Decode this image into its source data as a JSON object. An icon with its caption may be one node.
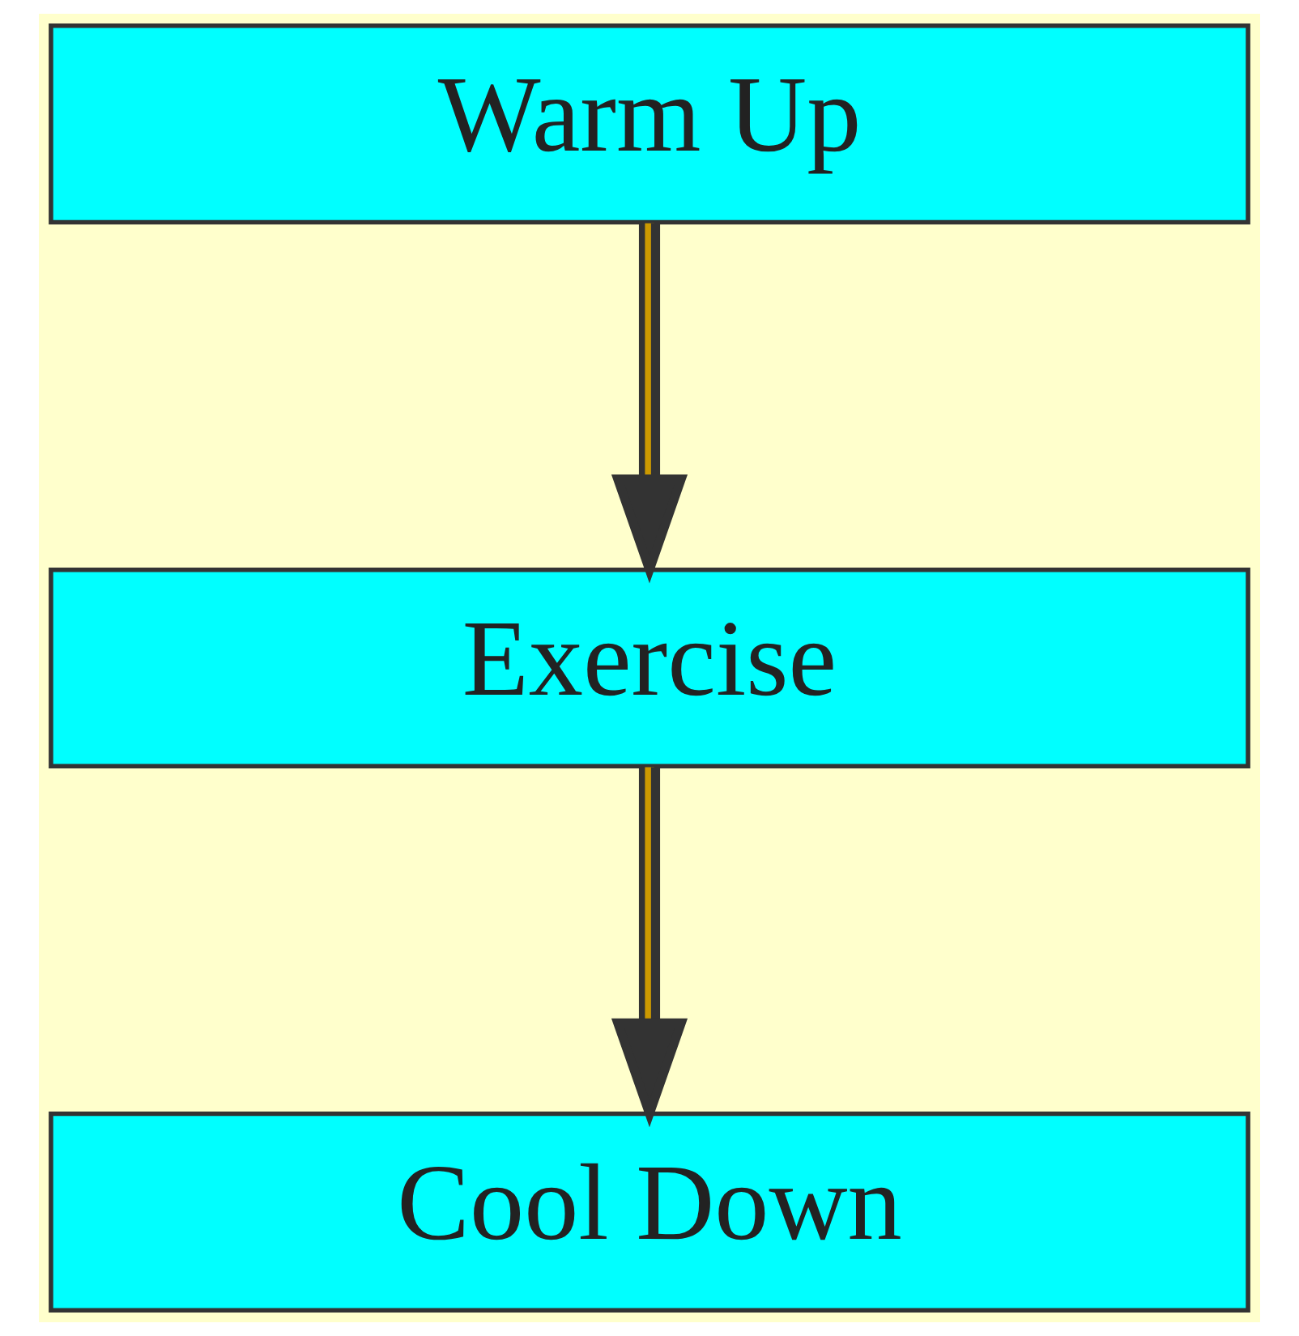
{
  "diagram": {
    "nodes": [
      {
        "text": [
          "Warm Up"
        ]
      },
      {
        "text": [
          "Exercise"
        ]
      },
      {
        "text": [
          "Cool Down"
        ]
      }
    ],
    "edges": [
      {
        "from": 0,
        "to": 1,
        "arrow": "to"
      },
      {
        "from": 1,
        "to": 2,
        "arrow": "to"
      }
    ]
  }
}
